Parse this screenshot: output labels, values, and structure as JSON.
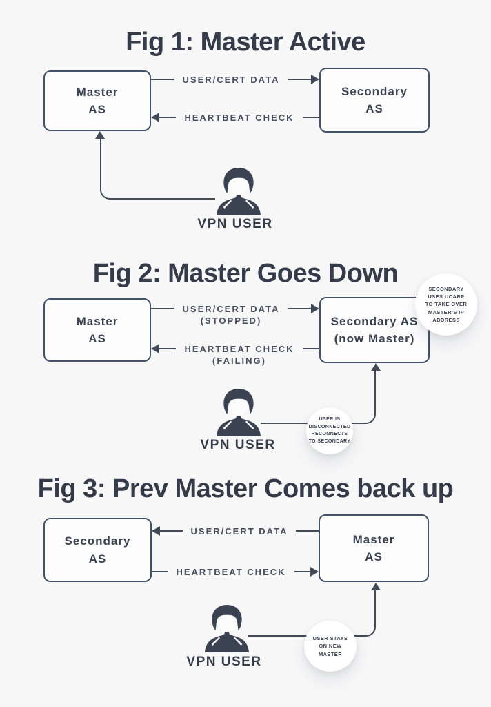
{
  "page": {
    "background_color": "#f7f7f8",
    "ink_color": "#353b49",
    "line_color": "#424957",
    "box_border_color": "#44516b",
    "box_fill_color": "#fdfdfe",
    "bubble_fill_color": "#ffffff"
  },
  "figures": [
    {
      "title": "Fig 1: Master Active",
      "left_box": {
        "lines": [
          "Master",
          "AS"
        ]
      },
      "right_box": {
        "lines": [
          "Secondary",
          "AS"
        ]
      },
      "arrows": [
        {
          "label": "USER/CERT DATA",
          "sublabel": "",
          "direction": "right"
        },
        {
          "label": "HEARTBEAT CHECK",
          "sublabel": "",
          "direction": "left"
        }
      ],
      "user": {
        "label": "VPN USER",
        "icon": "person-icon",
        "connects_to": "left_box"
      }
    },
    {
      "title": "Fig 2: Master Goes Down",
      "left_box": {
        "lines": [
          "Master",
          "AS"
        ]
      },
      "right_box": {
        "lines": [
          "Secondary AS",
          "(now Master)"
        ]
      },
      "arrows": [
        {
          "label": "USER/CERT DATA",
          "sublabel": "(STOPPED)",
          "direction": "right"
        },
        {
          "label": "HEARTBEAT CHECK",
          "sublabel": "(FAILING)",
          "direction": "left"
        }
      ],
      "bubbles": [
        {
          "lines": [
            "SECONDARY",
            "USES UCARP",
            "TO TAKE OVER",
            "MASTER’S IP",
            "ADDRESS"
          ]
        },
        {
          "lines": [
            "USER IS",
            "DISCONNECTED",
            "RECONNECTS",
            "TO SECONDARY"
          ]
        }
      ],
      "user": {
        "label": "VPN USER",
        "icon": "person-icon",
        "connects_to": "right_box"
      }
    },
    {
      "title": "Fig 3: Prev Master Comes back up",
      "left_box": {
        "lines": [
          "Secondary",
          "AS"
        ]
      },
      "right_box": {
        "lines": [
          "Master",
          "AS"
        ]
      },
      "arrows": [
        {
          "label": "USER/CERT DATA",
          "sublabel": "",
          "direction": "left"
        },
        {
          "label": "HEARTBEAT CHECK",
          "sublabel": "",
          "direction": "right"
        }
      ],
      "bubbles": [
        {
          "lines": [
            "USER STAYS",
            "ON NEW",
            "MASTER"
          ]
        }
      ],
      "user": {
        "label": "VPN USER",
        "icon": "person-icon",
        "connects_to": "right_box"
      }
    }
  ]
}
